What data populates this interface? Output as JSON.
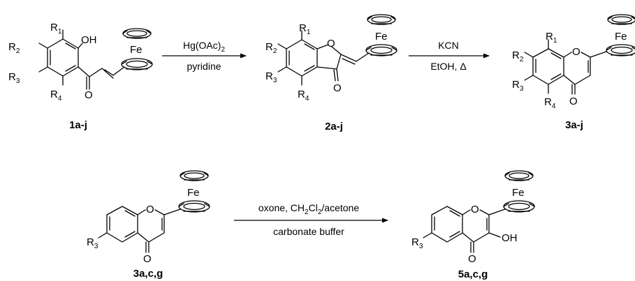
{
  "substituents": {
    "r1": "R",
    "r1_sub": "1",
    "r2": "R",
    "r2_sub": "2",
    "r3": "R",
    "r3_sub": "3",
    "r4": "R",
    "r4_sub": "4"
  },
  "atoms": {
    "oh": "OH",
    "o": "O",
    "fe": "Fe"
  },
  "reactions": {
    "step1": {
      "above": "Hg(OAc)",
      "above_sub": "2",
      "below": "pyridine"
    },
    "step2": {
      "above": "KCN",
      "below": "EtOH, Δ"
    },
    "step3": {
      "above_a": "oxone, CH",
      "above_sub1": "2",
      "above_b": "Cl",
      "above_sub2": "2",
      "above_c": "/acetone",
      "below": "carbonate buffer"
    }
  },
  "compounds": {
    "c1": "1a-j",
    "c2": "2a-j",
    "c3": "3a-j",
    "c4": "3a,c,g",
    "c5": "5a,c,g"
  }
}
